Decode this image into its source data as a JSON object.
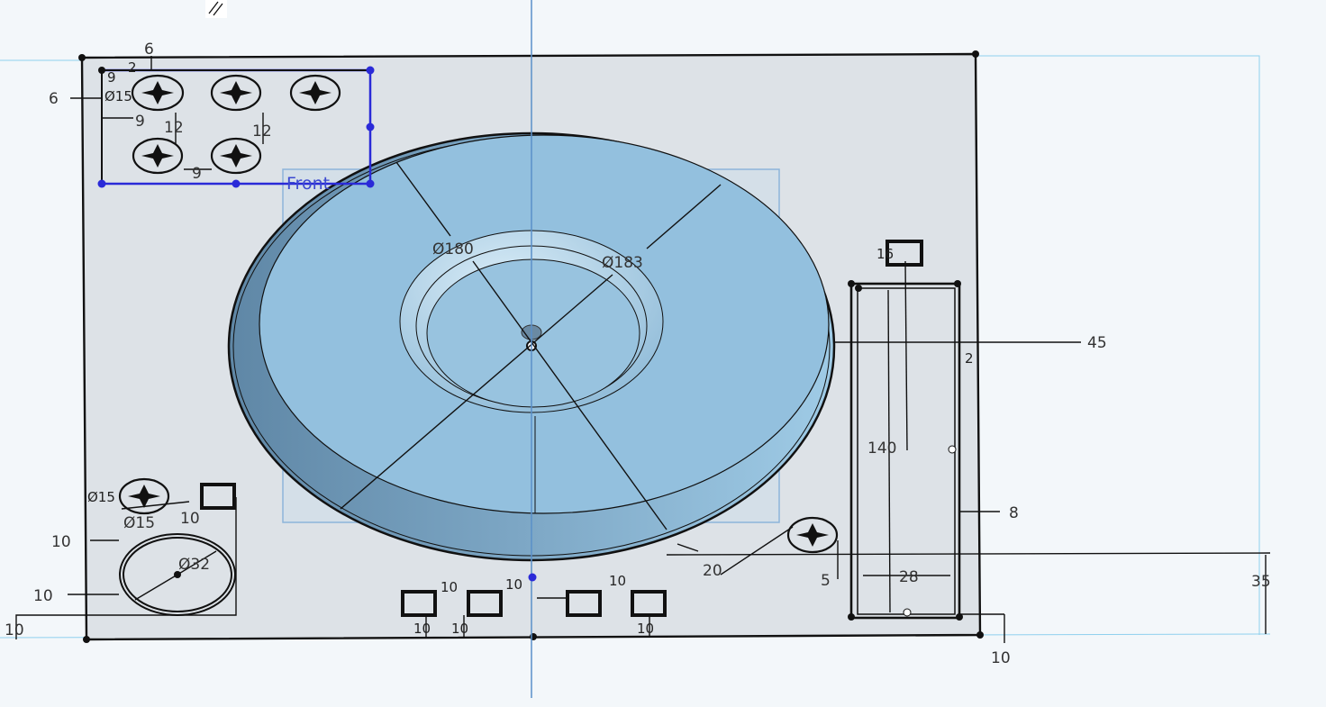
{
  "viewport": {
    "plane_label": "Front",
    "colors": {
      "background": "#f3f7fa",
      "plate": "#dde2e7",
      "disc": "#8fbddc",
      "disc_shadow": "#5f87a6",
      "sketch_selected": "#2a2ad8",
      "axis": "#5a8fc9",
      "construction": "#8fd0ee"
    }
  },
  "dimensions": {
    "top_cluster": [
      "6",
      "2",
      "9",
      "Ø15",
      "6",
      "9",
      "12",
      "12",
      "9"
    ],
    "disc": {
      "inner_diameter": "Ø180",
      "outer_diameter": "Ø183"
    },
    "right_slot": {
      "offset": "45",
      "gap": "2",
      "length": "140",
      "edge": "8",
      "width": "28",
      "side": "5",
      "bottom": "10",
      "height": "35",
      "hole": "16"
    },
    "bottom_left": [
      "Ø15",
      "Ø15",
      "10",
      "10",
      "Ø32",
      "10",
      "10"
    ],
    "bottom_row": [
      "10",
      "10",
      "10",
      "10",
      "10",
      "10"
    ],
    "angled": "20"
  }
}
